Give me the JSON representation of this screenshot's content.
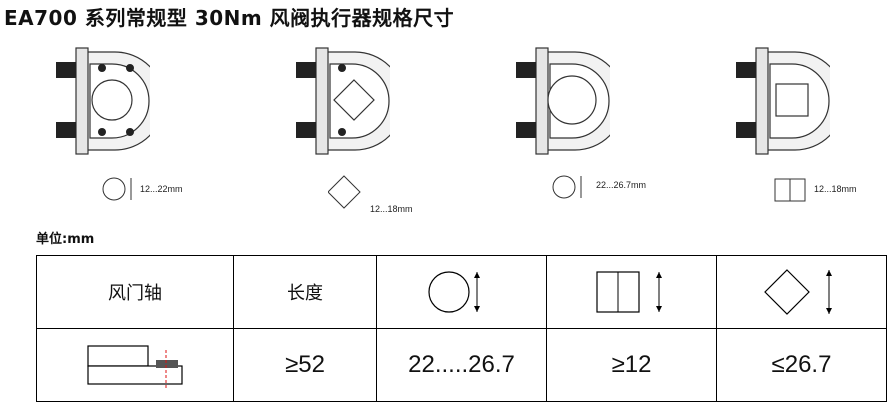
{
  "title": "EA700 系列常规型 30Nm 风阀执行器规格尺寸",
  "unit_label": "单位:mm",
  "clamps": [
    {
      "shaft": "round",
      "label": "12...22mm"
    },
    {
      "shaft": "square-diamond",
      "label": "12...18mm"
    },
    {
      "shaft": "round",
      "label": "22...26.7mm"
    },
    {
      "shaft": "square",
      "label": "12...18mm"
    }
  ],
  "table": {
    "headers": {
      "damper_shaft": "风门轴",
      "length": "长度",
      "round_shaft_icon": "round-shaft-icon",
      "square_shaft_icon": "square-shaft-icon",
      "diamond_shaft_icon": "diamond-shaft-icon"
    },
    "values": {
      "length": "≥52",
      "round": "22.....26.7",
      "square": "≥12",
      "diamond": "≤26.7"
    }
  }
}
